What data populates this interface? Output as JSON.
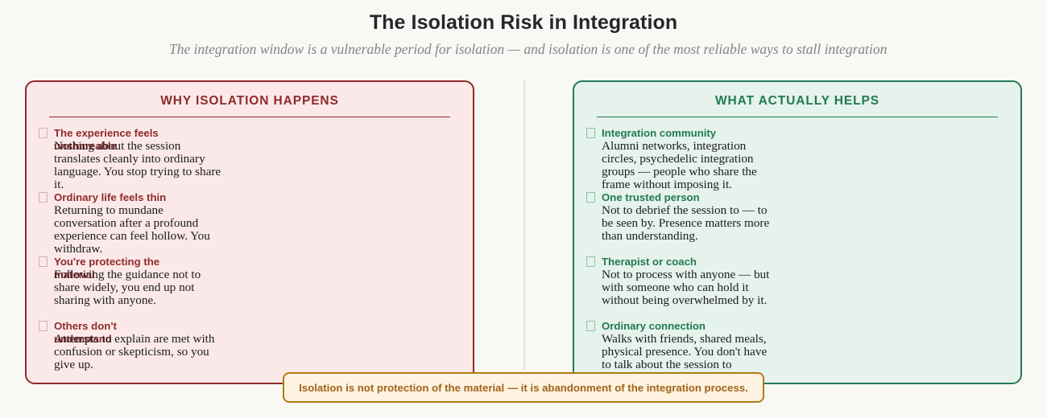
{
  "header": {
    "title": "The Isolation Risk in Integration",
    "subtitle": "The integration window is a vulnerable period for isolation — and isolation is one of the most reliable ways to stall integration"
  },
  "panels": {
    "risks": {
      "heading": "WHY ISOLATION HAPPENS",
      "accent_color": "#8f2a2a",
      "background_color": "#fbe9e9",
      "items": [
        {
          "title": "The experience feels unshareable",
          "body": "Nothing about the session translates cleanly into ordinary language. You stop trying to share it."
        },
        {
          "title": "Ordinary life feels thin",
          "body": "Returning to mundane conversation after a profound experience can feel hollow. You withdraw."
        },
        {
          "title": "You're protecting the material",
          "body": "Following the guidance not to share widely, you end up not sharing with anyone."
        },
        {
          "title": "Others don't understand",
          "body": "Attempts to explain are met with confusion or skepticism, so you give up."
        }
      ]
    },
    "helps": {
      "heading": "WHAT ACTUALLY HELPS",
      "accent_color": "#1f7a52",
      "background_color": "#e6f2ec",
      "items": [
        {
          "title": "Integration community",
          "body": "Alumni networks, integration circles, psychedelic integration groups — people who share the frame without imposing it."
        },
        {
          "title": "One trusted person",
          "body": "Not to debrief the session to — to be seen by. Presence matters more than understanding."
        },
        {
          "title": "Therapist or coach",
          "body": "Not to process with anyone — but with someone who can hold it without being overwhelmed by it."
        },
        {
          "title": "Ordinary connection",
          "body": "Walks with friends, shared meals, physical presence. You don't have to talk about the session to reconnect."
        }
      ]
    }
  },
  "footer": {
    "callout": "Isolation is not protection of the material — it is abandonment of the integration process.",
    "border_color": "#b07b13",
    "background_color": "#fdf3e0",
    "text_color": "#a1631b"
  }
}
